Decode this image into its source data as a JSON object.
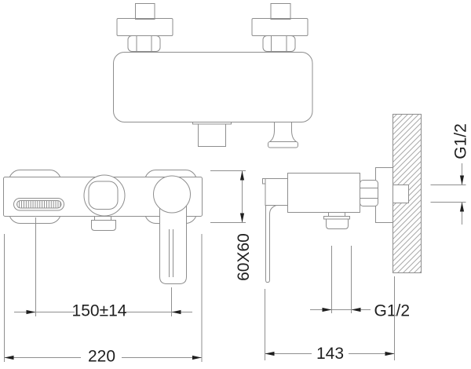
{
  "drawing": {
    "kind": "dimensioned technical drawing, wall-mounted shower mixer, three views",
    "colors": {
      "bg": "#ffffff",
      "line": "#8e8e8e",
      "hatch": "#a8a8a8",
      "dim": "#8f8f8f",
      "text": "#1f1f1f",
      "arrow": "#1f1f1f"
    },
    "labels": {
      "spout_spacing": "150±14",
      "overall_width": "220",
      "escutcheon_size": "60X60",
      "inlet_thread": "G1/2",
      "outlet_thread": "G1/2",
      "depth": "143"
    }
  }
}
